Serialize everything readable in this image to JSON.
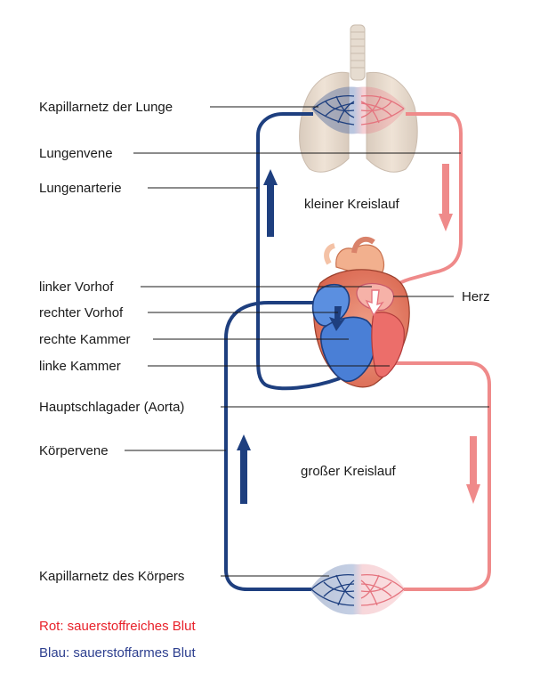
{
  "labels": {
    "kapillarnetz_lunge": "Kapillarnetz der Lunge",
    "lungenvene": "Lungenvene",
    "lungenarterie": "Lungenarterie",
    "kleiner_kreislauf": "kleiner Kreislauf",
    "linker_vorhof": "linker Vorhof",
    "rechter_vorhof": "rechter Vorhof",
    "rechte_kammer": "rechte Kammer",
    "linke_kammer": "linke Kammer",
    "herz": "Herz",
    "aorta": "Hauptschlagader (Aorta)",
    "koerpervene": "Körpervene",
    "grosser_kreislauf": "großer Kreislauf",
    "kapillarnetz_koerper": "Kapillarnetz des Körpers"
  },
  "legend": {
    "red": "Rot: sauerstoffreiches Blut",
    "blue": "Blau: sauerstoffarmes Blut"
  },
  "colors": {
    "oxygen_rich": "#ef8a8a",
    "oxygen_poor": "#1e3f7f",
    "legend_red": "#e8212a",
    "legend_blue": "#2d3f8f"
  }
}
